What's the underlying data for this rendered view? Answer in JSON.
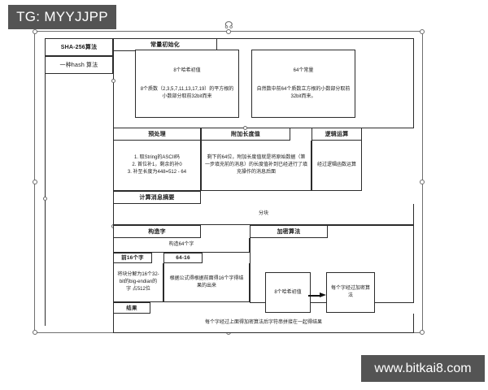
{
  "watermarks": {
    "telegram": "TG: MYYJJPP",
    "website": "www.bitkai8.com"
  },
  "diagram": {
    "title": "SHA-256算法",
    "root": {
      "label": "SHA-256算法",
      "subtitle": "一种hash 算法"
    },
    "branches": [
      {
        "id": "constant-init",
        "title": "常量初始化",
        "children": [
          {
            "id": "eight-hash-initial-values",
            "heading": "8个哈希初值",
            "body": "8个质数（2,3,5,7,11,13,17,19）的平方根的小数部分取前32bit而来"
          },
          {
            "id": "sixty-four-constants",
            "heading": "64个常量",
            "body": "自然数中前64个质数立方根的小数部分取前32bit而来。"
          }
        ]
      },
      {
        "id": "preprocess",
        "title": "预处理",
        "steps": [
          "1. 取String的ASCII码",
          "2. 首位补1，剩余的补0",
          "3. 补至长度为448=512 - 64"
        ]
      },
      {
        "id": "append-length",
        "title": "附加长度值",
        "body": "剩下的64位，附加长度值就是将原始数据（第一步填充前的消息）的长度值补到已经进行了填充操作的消息后面"
      },
      {
        "id": "logic-operation",
        "title": "逻辑运算",
        "body": "经过逻辑函数运算"
      },
      {
        "id": "compute-digest",
        "title": "计算消息摘要",
        "body": "分块"
      },
      {
        "id": "construct-words",
        "title": "构造字",
        "body": "构造64个字",
        "children": [
          {
            "id": "first-16-words",
            "heading": "前16个字",
            "body": "将块分解为16个32-bit的big-endian的字 占512位"
          },
          {
            "id": "words-64-16",
            "heading": "64-16",
            "body": "根据公式得根据前面得16个字得结果的出来"
          }
        ]
      },
      {
        "id": "encryption-algorithm",
        "title": "加密算法",
        "flow": [
          {
            "id": "hash-initial-values",
            "label": "8个哈希初值"
          },
          {
            "id": "per-word-encryption",
            "label": "每个字经过加密算法"
          }
        ]
      },
      {
        "id": "result",
        "title": "结果",
        "body": "每个字经过上面得加密算法后字符串拼接在一起得结果"
      }
    ]
  }
}
